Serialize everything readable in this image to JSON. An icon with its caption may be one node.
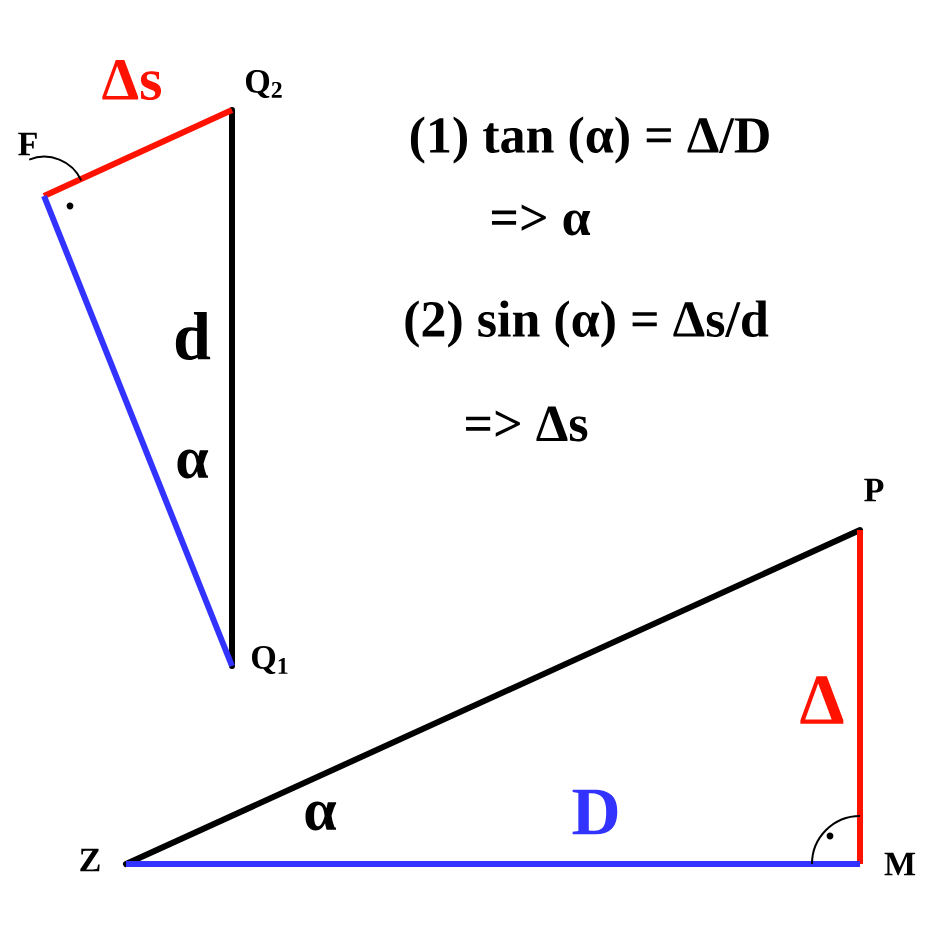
{
  "diagram": {
    "labels": [
      "F",
      "Δs",
      "Q$_{2}$",
      "(1) tan (α) = Δ/D",
      "=> α",
      "d",
      "(2) sin (α) = Δs/d",
      "α",
      "=> Δs",
      "Q$_{1}$",
      "P",
      "Δ",
      "α",
      "D",
      "Z",
      "M"
    ]
  }
}
